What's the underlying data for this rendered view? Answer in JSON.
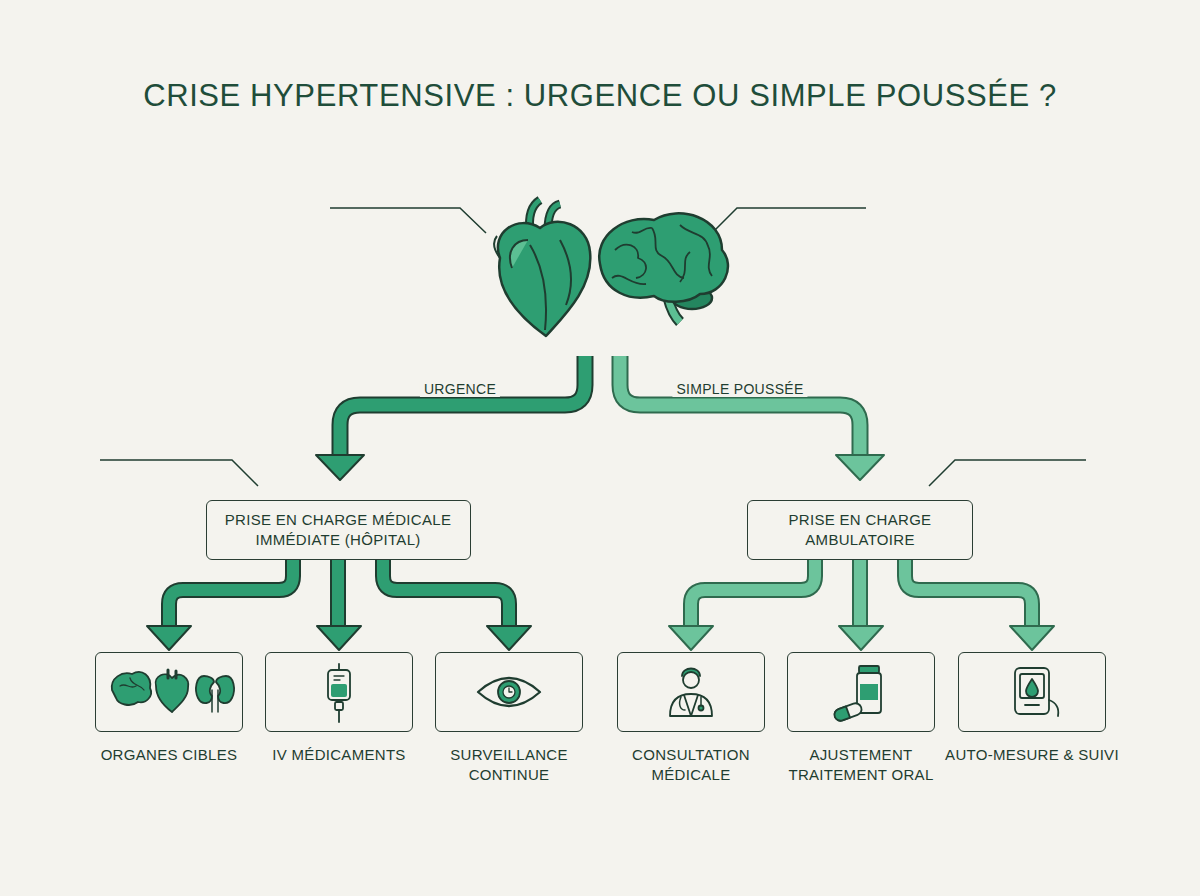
{
  "diagram": {
    "title": "CRISE HYPERTENSIVE : URGENCE OU SIMPLE POUSSÉE ?",
    "nodes": [
      {
        "text": [
          "PRISE EN CHARGE MÉDICALE IMMÉDIATE (HÔPITAL)"
        ]
      },
      {
        "text": [
          "PRISE EN CHARGE AMBULATOIRE"
        ]
      },
      {
        "text": [
          "ORGANES CIBLES"
        ]
      },
      {
        "text": [
          "IV MÉDICAMENTS"
        ]
      },
      {
        "text": [
          "SURVEILLANCE CONTINUE"
        ]
      },
      {
        "text": [
          "CONSULTATION MÉDICALE"
        ]
      },
      {
        "text": [
          "AJUSTEMENT TRAITEMENT ORAL"
        ]
      },
      {
        "text": [
          "AUTO-MESURE & SUIVI"
        ]
      }
    ],
    "edges": [
      {
        "from": 0,
        "to": 2,
        "arrow": "to"
      },
      {
        "from": 0,
        "to": 3,
        "arrow": "to"
      },
      {
        "from": 0,
        "to": 4,
        "arrow": "to"
      },
      {
        "from": 1,
        "to": 5,
        "arrow": "to"
      },
      {
        "from": 1,
        "to": 6,
        "arrow": "to"
      },
      {
        "from": 1,
        "to": 7,
        "arrow": "to"
      }
    ],
    "labels": [
      "URGENCE",
      "SIMPLE POUSSÉE"
    ]
  }
}
